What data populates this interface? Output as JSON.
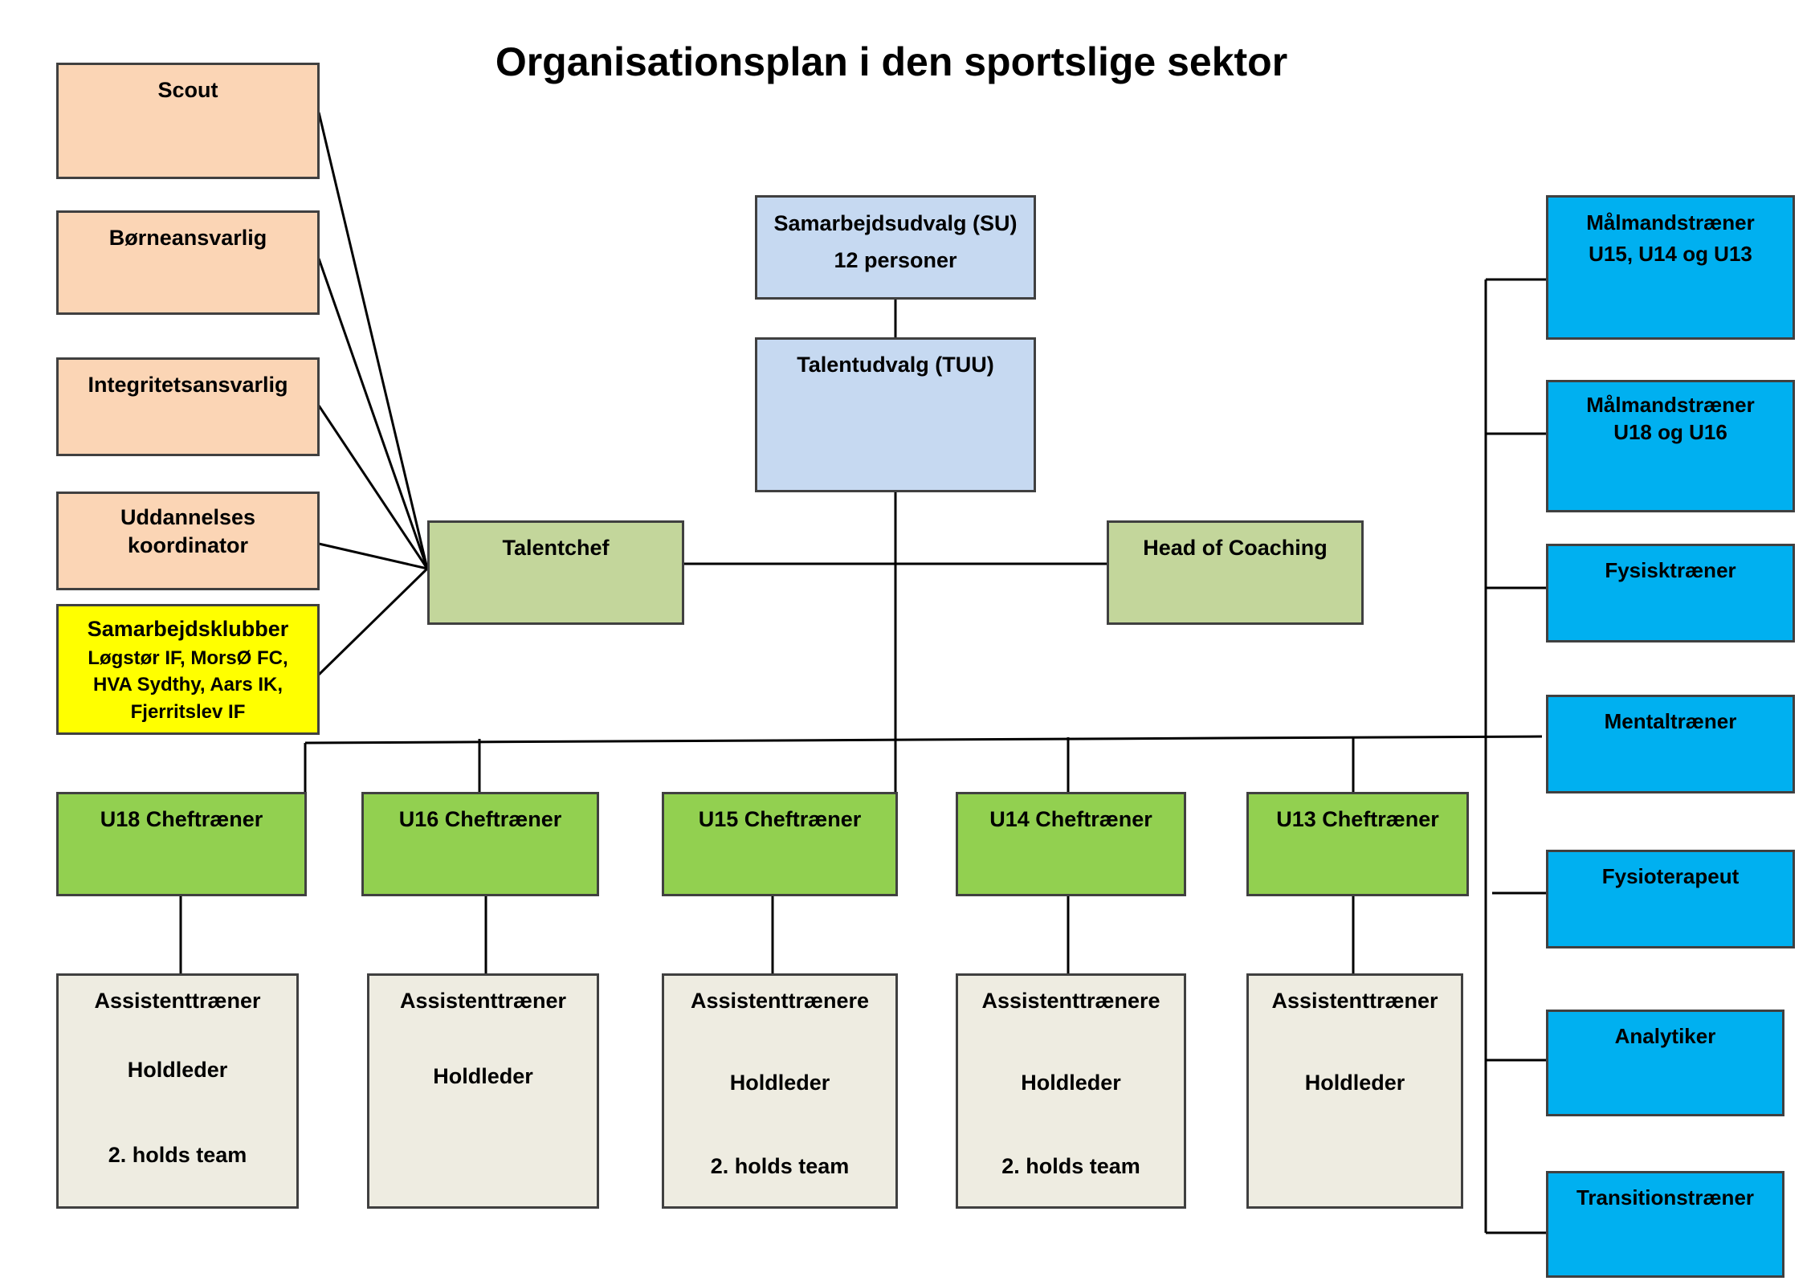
{
  "title": "Organisationsplan i den sportslige sektor",
  "colors": {
    "left_boxes": "#fbd5b5",
    "partner_clubs": "#ffff00",
    "committees": "#c6d9f1",
    "management": "#c3d69b",
    "head_coaches": "#92d050",
    "staff": "#eeece1",
    "specialists": "#00b0f0",
    "lines": "#000000"
  },
  "left": {
    "scout": "Scout",
    "children": "Børneansvarlig",
    "integrity": "Integritetsansvarlig",
    "education": [
      "Uddannelses",
      "koordinator"
    ],
    "clubs": {
      "title": "Samarbejdsklubber",
      "lines": [
        "Løgstør IF, MorsØ FC,",
        "HVA Sydthy, Aars IK,",
        "Fjerritslev IF"
      ]
    }
  },
  "center": {
    "su": {
      "name": "Samarbejdsudvalg (SU)",
      "count": "12 personer"
    },
    "tuu": "Talentudvalg (TUU)",
    "talentchef": "Talentchef",
    "head_coaching": "Head of Coaching"
  },
  "teams": [
    {
      "coach": "U18 Cheftræner",
      "staff": [
        "Assistenttræner",
        "Holdleder",
        "2. holds team"
      ]
    },
    {
      "coach": "U16 Cheftræner",
      "staff": [
        "Assistenttræner",
        "Holdleder"
      ]
    },
    {
      "coach": "U15 Cheftræner",
      "staff": [
        "Assistenttrænere",
        "Holdleder",
        "2. holds team"
      ]
    },
    {
      "coach": "U14 Cheftræner",
      "staff": [
        "Assistenttrænere",
        "Holdleder",
        "2. holds team"
      ]
    },
    {
      "coach": "U13 Cheftræner",
      "staff": [
        "Assistenttræner",
        "Holdleder"
      ]
    }
  ],
  "specialists": [
    [
      "Målmandstræner",
      "U15, U14 og U13"
    ],
    [
      "Målmandstræner",
      "U18 og U16"
    ],
    [
      "Fysisktræner"
    ],
    [
      "Mentaltræner"
    ],
    [
      "Fysioterapeut"
    ],
    [
      "Analytiker"
    ],
    [
      "Transitionstræner"
    ]
  ]
}
